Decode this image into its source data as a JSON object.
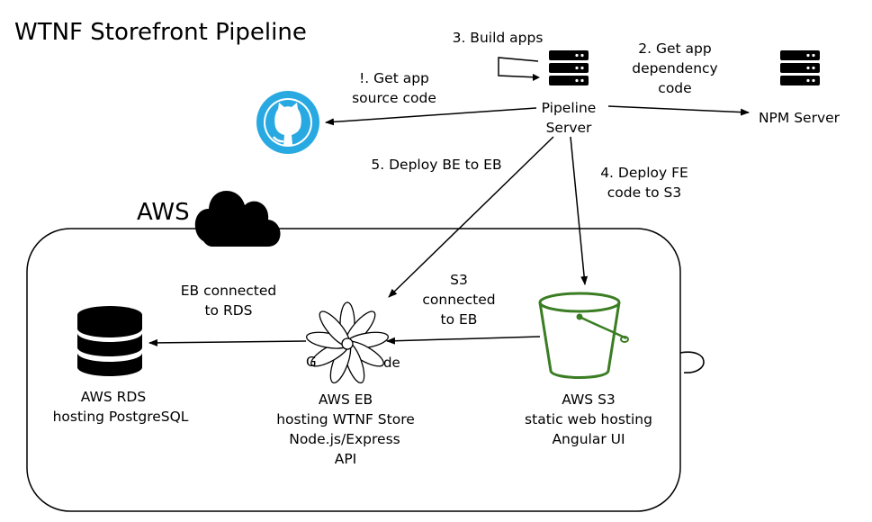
{
  "title": "WTNF Storefront Pipeline",
  "aws_group_label": "AWS",
  "nodes": {
    "pipeline_server": {
      "line1": "Pipeline",
      "line2": "Server",
      "icon": "server-icon"
    },
    "npm_server": {
      "line1": "NPM Server",
      "icon": "server-icon"
    },
    "github": {
      "icon": "github-icon",
      "color": "#29a9e1"
    },
    "aws_rds": {
      "line1": "AWS RDS",
      "line2": "hosting PostgreSQL",
      "icon": "database-icon"
    },
    "aws_eb": {
      "line1": "AWS EB",
      "line2": "hosting WTNF Store",
      "line3": "Node.js/Express",
      "line4": "API",
      "icon": "elastic-beanstalk-icon",
      "icon_text_left": "G",
      "icon_text_right": "de"
    },
    "aws_s3": {
      "line1": "AWS S3",
      "line2": "static web hosting",
      "line3": "Angular UI",
      "icon": "s3-bucket-icon",
      "color": "#3a7d22"
    }
  },
  "edges": {
    "build_apps": {
      "line1": "3. Build apps"
    },
    "get_dependency": {
      "line1": "2. Get app",
      "line2": "dependency",
      "line3": "code"
    },
    "get_source": {
      "line1": "!. Get app",
      "line2": "source code"
    },
    "deploy_be": {
      "line1": "5. Deploy BE to EB"
    },
    "deploy_fe": {
      "line1": "4. Deploy FE",
      "line2": "code to S3"
    },
    "eb_rds": {
      "line1": "EB connected",
      "line2": "to RDS"
    },
    "s3_eb": {
      "line1": "S3",
      "line2": "connected",
      "line3": "to EB"
    }
  }
}
